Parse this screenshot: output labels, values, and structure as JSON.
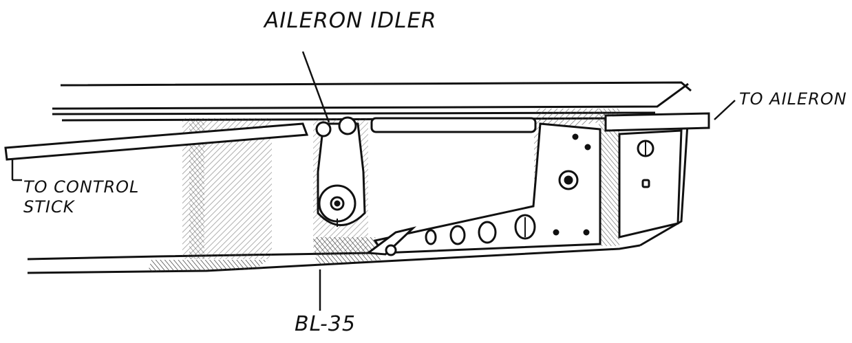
{
  "labels": {
    "aileron_idler": "AILERON IDLER",
    "to_aileron": "TO AILERON",
    "to_control_line1": "TO CONTROL",
    "to_control_line2": "STICK",
    "station": "BL-35"
  },
  "colors": {
    "ink": "#111111",
    "hatch": "#444444",
    "paper": "#ffffff"
  }
}
